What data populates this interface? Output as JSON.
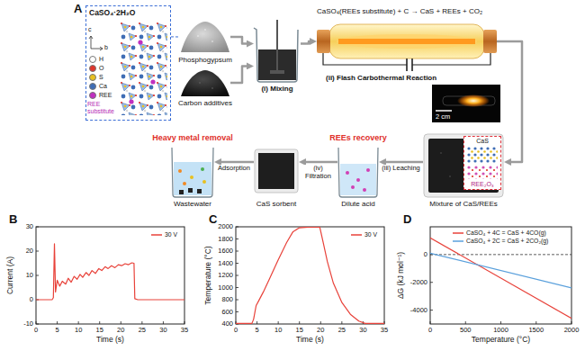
{
  "diagram": {
    "nodes": [
      {
        "text": [
          "CaSO₄·2H₂O"
        ]
      },
      {
        "text": [
          "Phosphogypsum"
        ]
      },
      {
        "text": [
          "Carbon additives"
        ]
      },
      {
        "text": [
          "(i) Mixing"
        ]
      },
      {
        "text": [
          "(ii) Flash Carbothermal Reaction"
        ]
      },
      {
        "text": [
          "2 cm"
        ]
      },
      {
        "text": [
          "Mixture of CaS/REEs"
        ]
      },
      {
        "text": [
          "CaS",
          "REE₂O₃"
        ],
        "in": 6
      },
      {
        "text": [
          "REEs recovery",
          "Dilute acid"
        ]
      },
      {
        "text": [
          "CaS sorbent"
        ]
      },
      {
        "text": [
          "Heavy metal removal",
          "Wastewater"
        ]
      }
    ],
    "edges": [
      {
        "from": 0,
        "to": 1,
        "arrow": "none"
      },
      {
        "from": 1,
        "to": 3,
        "arrow": "to"
      },
      {
        "from": 2,
        "to": 3,
        "arrow": "to"
      },
      {
        "from": 3,
        "to": 4,
        "arrow": "to"
      },
      {
        "from": 4,
        "to": 6,
        "arrow": "to"
      },
      {
        "from": 6,
        "to": 8,
        "arrow": "to",
        "label": "(iii) Leaching"
      },
      {
        "from": 8,
        "to": 9,
        "arrow": "to",
        "label": "(iv) Filtration"
      },
      {
        "from": 9,
        "to": 10,
        "arrow": "to",
        "label": "Adsorption"
      }
    ],
    "labels": [
      "A",
      "CaSO₄(REEs substitute) + C → CaS + REEs + CO₂",
      "REE substitute",
      "c",
      "b",
      "B",
      "Current (A)",
      "Time (s)",
      "30",
      "20",
      "10",
      "0",
      "-10",
      "0",
      "5",
      "10",
      "15",
      "20",
      "25",
      "30",
      "35",
      "C",
      "Temperature (°C)",
      "Time (s)",
      "2000",
      "1800",
      "1600",
      "1400",
      "1200",
      "1000",
      "800",
      "600",
      "400",
      "0",
      "5",
      "10",
      "15",
      "20",
      "25",
      "30",
      "35",
      "D",
      "ΔG (kJ mol⁻¹)",
      "Temperature (°C)",
      "0",
      "-2000",
      "-4000",
      "0",
      "500",
      "1000",
      "1500",
      "2000"
    ],
    "legend": [
      {
        "text": "H",
        "color": "#ffffff"
      },
      {
        "text": "O",
        "color": "#e0352b"
      },
      {
        "text": "S",
        "color": "#e8c020"
      },
      {
        "text": "Ca",
        "color": "#3f6db5"
      },
      {
        "text": "REE",
        "color": "#c030c0"
      },
      {
        "text": "30 V"
      },
      {
        "text": "30 V"
      },
      {
        "text": "CaSO₄ + 4C = CaS + 4CO(g)"
      },
      {
        "text": "CaSO₄ + 2C = CaS + 2CO₂(g)"
      }
    ]
  }
}
